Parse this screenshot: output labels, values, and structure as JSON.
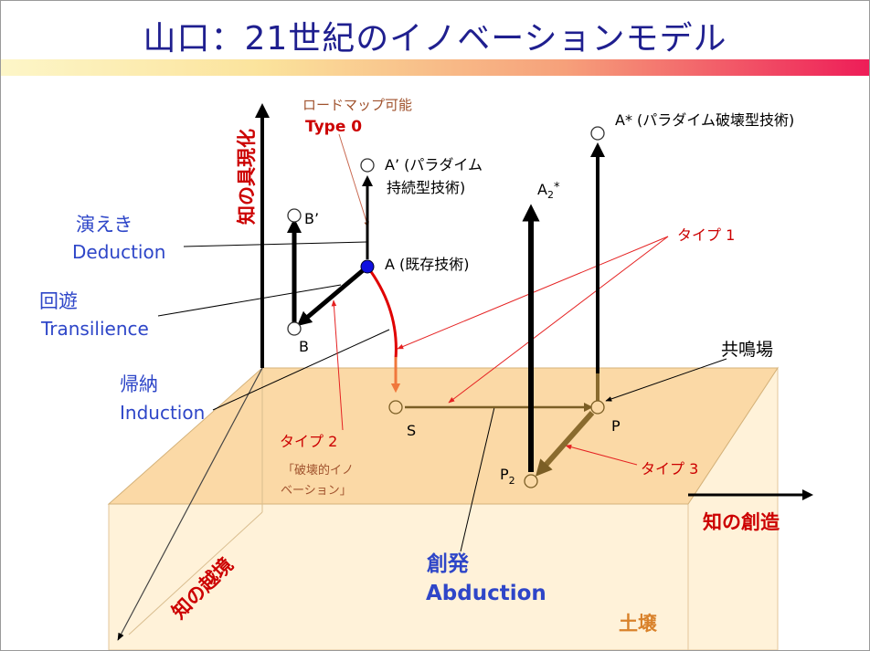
{
  "title": "山口：21世紀のイノベーションモデル",
  "colors": {
    "title": "#1f1f8f",
    "blue_label": "#2e46c8",
    "red_label": "#cc0000",
    "brown_label": "#a0522d",
    "orange_label": "#d9822b",
    "ground_top": "#fbd9a6",
    "ground_side": "#fff2d9",
    "brown_arrow": "#8a6b2e"
  },
  "labels": {
    "axis_vertical": "知の具現化",
    "axis_horizontal": "知の創造",
    "axis_depth": "知の越境",
    "soil": "土壌",
    "resonance_field": "共鳴場",
    "roadmap": "ロードマップ可能",
    "type0": "Type 0",
    "type1": "タイプ 1",
    "type2": "タイプ 2",
    "type3": "タイプ 3",
    "disruptive_line1": "「破壊的イノ",
    "disruptive_line2": "ベーション」",
    "deduction_ja": "演えき",
    "deduction_en": "Deduction",
    "transilience_ja": "回遊",
    "transilience_en": "Transilience",
    "induction_ja": "帰納",
    "induction_en": "Induction",
    "abduction_ja": "創発",
    "abduction_en": "Abduction"
  },
  "points": {
    "A": "A (既存技術)",
    "A_prime_line1": "A’ (パラダイム",
    "A_prime_line2": "持続型技術)",
    "A_star": "A* (パラダイム破壊型技術)",
    "A2_star_main": "A",
    "A2_star_sub": "2",
    "A2_star_suffix": "*",
    "B_prime": "B’",
    "B": "B",
    "S": "S",
    "P": "P",
    "P2_main": "P",
    "P2_sub": "2"
  }
}
